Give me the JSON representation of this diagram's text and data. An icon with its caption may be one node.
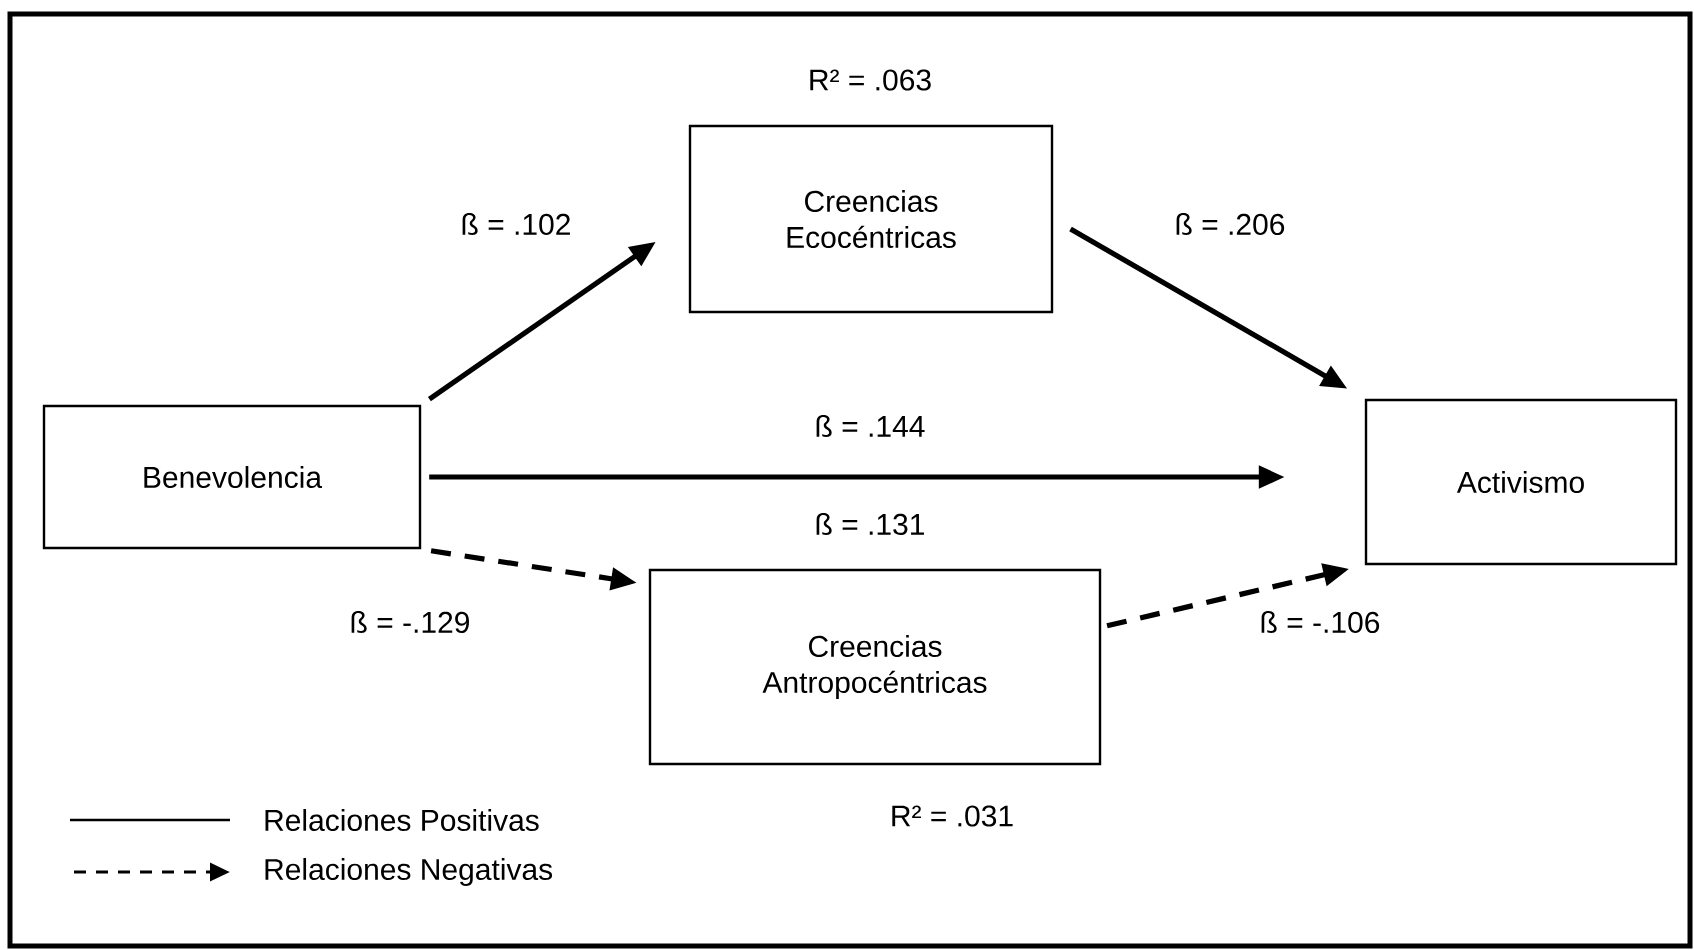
{
  "diagram": {
    "nodes": [
      {
        "text": [
          "Benevolencia"
        ]
      },
      {
        "text": [
          "Creencias Ecocéntricas"
        ],
        "beside": [
          "R² = .063"
        ]
      },
      {
        "text": [
          "Activismo"
        ]
      },
      {
        "text": [
          "Creencias Antropocéntricas"
        ],
        "beside": [
          "R² = .031"
        ]
      }
    ],
    "edges": [
      {
        "from": 0,
        "to": 1,
        "arrow": "to",
        "label": "ß = .102"
      },
      {
        "from": 1,
        "to": 2,
        "arrow": "to",
        "label": "ß = .206"
      },
      {
        "from": 0,
        "to": 2,
        "arrow": "to",
        "label": "ß = .144"
      },
      {
        "from": 0,
        "to": 3,
        "arrow": "to",
        "label": "ß = -.129",
        "style": "dashed"
      },
      {
        "from": 3,
        "to": 2,
        "arrow": "to",
        "label": "ß = -.106",
        "style": "dashed"
      }
    ],
    "labels": [
      "ß = .131"
    ],
    "legend": [
      {
        "text": "Relaciones Positivas"
      },
      {
        "text": "Relaciones Negativas"
      }
    ]
  }
}
